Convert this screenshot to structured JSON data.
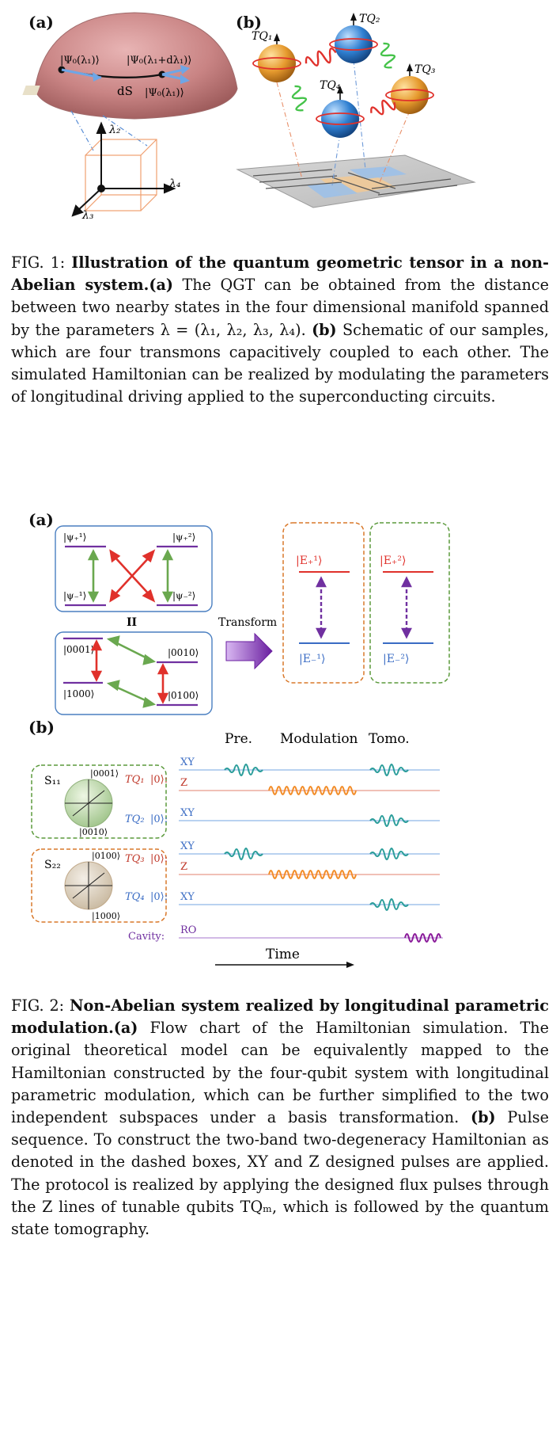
{
  "fig1": {
    "label_a": "(a)",
    "label_b": "(b)",
    "state1": "|Ψ₀(λ₁)⟩",
    "state2": "|Ψ₀(λ₁+dλ₁)⟩",
    "state3": "|Ψ₀(λ₁)⟩",
    "ds": "dS",
    "axis_l2": "λ₂",
    "axis_l3": "λ₃",
    "axis_l4": "λ₄",
    "tq1": "TQ₁",
    "tq2": "TQ₂",
    "tq3": "TQ₃",
    "tq4": "TQ₄",
    "caption_prefix": "FIG. 1: ",
    "caption_title": "Illustration of the quantum geometric tensor in a non-Abelian system.",
    "caption_a_label": "(a)",
    "caption_a": " The QGT can be obtained from the distance between two nearby states in the four dimensional manifold spanned by the parameters λ = (λ₁, λ₂, λ₃, λ₄). ",
    "caption_b_label": "(b)",
    "caption_b": " Schematic of our samples, which are four transmons capacitively coupled to each other. The simulated Hamiltonian can be realized by modulating the parameters of longitudinal driving applied to the superconducting circuits."
  },
  "fig2": {
    "label_a": "(a)",
    "label_b": "(b)",
    "psi_p1": "|ψ₊¹⟩",
    "psi_p2": "|ψ₊²⟩",
    "psi_m1": "|ψ₋¹⟩",
    "psi_m2": "|ψ₋²⟩",
    "equals": "II",
    "k0001": "|0001⟩",
    "k0010": "|0010⟩",
    "k1000": "|1000⟩",
    "k0100": "|0100⟩",
    "transform": "Transform",
    "e_p1": "|E₊¹⟩",
    "e_m1": "|E₋¹⟩",
    "e_p2": "|E₊²⟩",
    "e_m2": "|E₋²⟩",
    "pre": "Pre.",
    "modulation": "Modulation",
    "tomo": "Tomo.",
    "s11": "S₁₁",
    "s22": "S₂₂",
    "b_0001": "|0001⟩",
    "b_0010": "|0010⟩",
    "b_0100": "|0100⟩",
    "b_1000": "|1000⟩",
    "tq1": "TQ₁",
    "tq2": "TQ₂",
    "tq3": "TQ₃",
    "tq4": "TQ₄",
    "ket0": "|0⟩:",
    "xy": "XY",
    "z": "Z",
    "ro": "RO",
    "cavity": "Cavity:",
    "time": "Time",
    "caption_prefix": "FIG. 2: ",
    "caption_title": "Non-Abelian system realized by longitudinal parametric modulation.",
    "caption_a_label": "(a)",
    "caption_a": " Flow chart of the Hamiltonian simulation. The original theoretical model can be equivalently mapped to the Hamiltonian constructed by the four-qubit system with longitudinal parametric modulation, which can be further simplified to the two independent subspaces under a basis transformation. ",
    "caption_b_label": "(b)",
    "caption_b": " Pulse sequence. To construct the two-band two-degeneracy Hamiltonian as denoted in the dashed boxes, XY and Z designed pulses are applied. The protocol is realized by applying the designed flux pulses through the Z lines of tunable qubits TQₘ, which is followed by the quantum state tomography."
  },
  "colors": {
    "red": "#e0312b",
    "green": "#6aa84f",
    "purple": "#7030a0",
    "blue": "#3a6cc4",
    "teal": "#2a9d9a",
    "orange": "#f28c28",
    "boxblue": "#4a7fc1",
    "dashorange": "#d9782a",
    "dashgreen": "#5b9a3c"
  }
}
